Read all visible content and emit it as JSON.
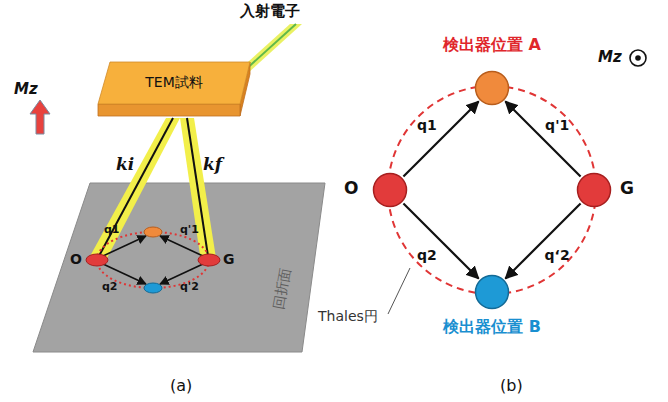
{
  "diagram": {
    "nodes": [
      {
        "text": [
          "TEM試料"
        ]
      },
      {
        "text": [
          "O"
        ]
      },
      {
        "text": [
          "検出器位置 A"
        ]
      },
      {
        "text": [
          "G"
        ]
      },
      {
        "text": [
          "検出器位置 B"
        ]
      }
    ],
    "edges": [
      {
        "from": 1,
        "to": 2,
        "arrow": "to",
        "label": "q1"
      },
      {
        "from": 3,
        "to": 2,
        "arrow": "to",
        "label": "q'1"
      },
      {
        "from": 1,
        "to": 4,
        "arrow": "to",
        "label": "q2"
      },
      {
        "from": 3,
        "to": 4,
        "arrow": "to",
        "label": "q‘2"
      }
    ],
    "labels": [
      "入射電子",
      "Mz",
      "ki",
      "kf",
      "O",
      "G",
      "q1",
      "q'1",
      "q2",
      "q'2",
      "回折面",
      "(a)",
      "Mz",
      "Thales円",
      "(b)"
    ]
  }
}
